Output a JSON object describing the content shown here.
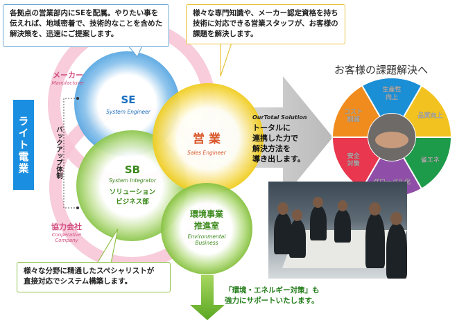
{
  "callouts": {
    "se_lines": [
      "各拠点の営業部内にSEを配属。やりたい事を",
      "伝えれば、地域密着で、技術的なことを含めた",
      "解決策を、迅速にご提案します。"
    ],
    "sales_lines": [
      "様々な専門知識や、メーカー認定資格を持ち",
      "技術に対応できる営業スタッフが、お客様の",
      "課題を解決します。"
    ],
    "sb_lines": [
      "様々な分野に精通したスペシャリストが",
      "直接対応でシステム構築します。"
    ]
  },
  "brand": "ライト電業",
  "backup": "バックアップ体制",
  "manufacturer": {
    "jp": "メーカー",
    "en": "Manufacturer"
  },
  "cooperative": {
    "jp": "協力会社",
    "en1": "Cooperative",
    "en2": "Company"
  },
  "se": {
    "title": "SE",
    "sub": "System Engineer"
  },
  "sb": {
    "title": "SB",
    "sub": "System Integrator",
    "jp1": "ソリューション",
    "jp2": "ビジネス部"
  },
  "sales": {
    "title": "営 業",
    "sub": "Sales Engineer"
  },
  "env": {
    "jp1": "環境事業",
    "jp2": "推進室",
    "en1": "Environmental",
    "en2": "Business"
  },
  "solution": {
    "en": "OurTotal Solution",
    "lines": [
      "トータルに",
      "連携した力で",
      "解決方法を",
      "導き出します。"
    ]
  },
  "eco_lines": [
    "「環境・エネルギー対策」も",
    "強力にサポートいたします。"
  ],
  "customer_title": "お客様の課題解決へ",
  "wheel": [
    {
      "label1": "生産性",
      "label2": "向上",
      "color": "#1b8fd6"
    },
    {
      "label1": "品質向上",
      "label2": "",
      "color": "#f2c320"
    },
    {
      "label1": "省エネ",
      "label2": "",
      "color": "#1e9b4a"
    },
    {
      "label1": "グローバル化",
      "label2": "",
      "color": "#8f4fa8"
    },
    {
      "label1": "安全",
      "label2": "対策",
      "color": "#e8374e"
    },
    {
      "label1": "コスト",
      "label2": "削減",
      "color": "#f08c1e"
    }
  ],
  "colors": {
    "blue": "#1a8ee0",
    "yellow": "#f5c400",
    "green": "#7fbf3f",
    "pink": "#f4b6c9",
    "sales_title": "#d9572a"
  }
}
